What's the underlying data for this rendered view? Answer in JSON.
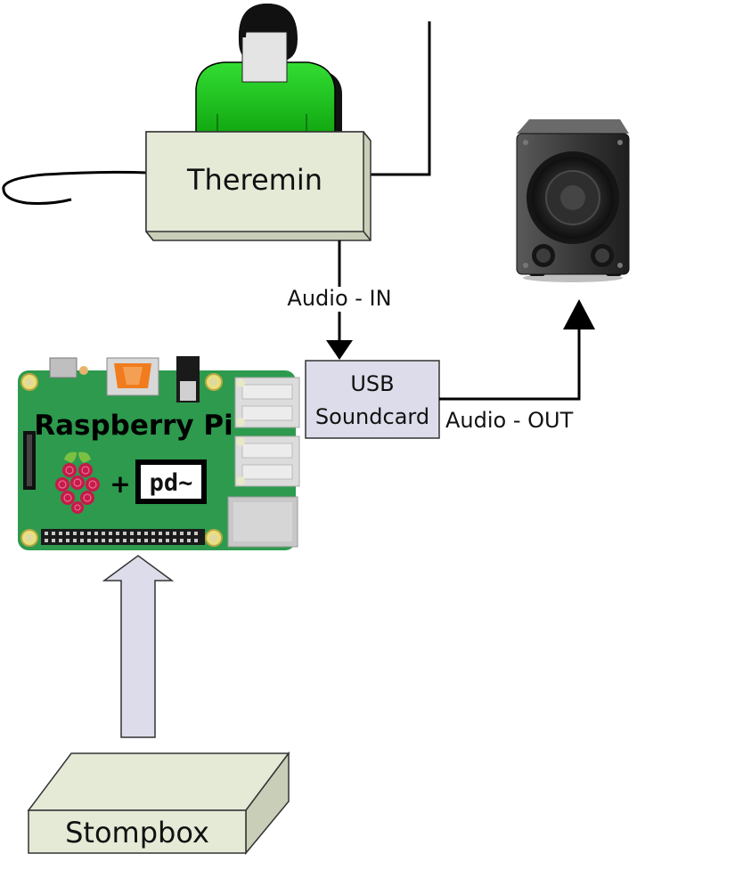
{
  "theremin": {
    "label": "Theremin"
  },
  "usb_soundcard": {
    "line1": "USB",
    "line2": "Soundcard"
  },
  "audio_in": {
    "label": "Audio - IN"
  },
  "audio_out": {
    "label": "Audio - OUT"
  },
  "raspberry_pi": {
    "title": "Raspberry Pi",
    "plus": "+",
    "pd_logo": "pd~"
  },
  "stompbox": {
    "label": "Stompbox"
  },
  "colors": {
    "theremin_fill": "#e5ead7",
    "board_green": "#2d9a4e",
    "person_green": "#22c922",
    "arrow_fill": "#dcdcea",
    "soundcard_fill": "#dcdcea"
  },
  "icons": {
    "speaker": "speaker-icon",
    "raspberry_logo": "raspberry-logo-icon",
    "person": "person-icon",
    "antenna": "antenna-icon"
  }
}
